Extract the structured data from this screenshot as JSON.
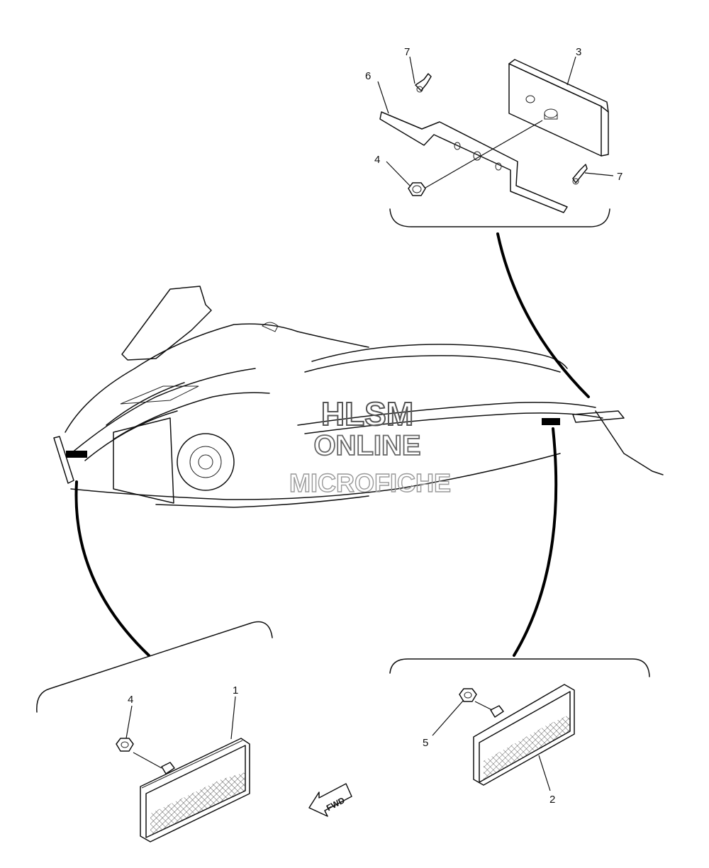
{
  "watermark": {
    "line1": "HLSM",
    "line2": "ONLINE",
    "line3": "MICROFICHE"
  },
  "direction_arrow": {
    "label": "FWD"
  },
  "callouts": {
    "reflector_front": "1",
    "reflector_rear": "2",
    "plate": "3",
    "nut_left": "4",
    "nut_top": "4",
    "nut_right": "5",
    "bracket": "6",
    "rivet_top": "7",
    "rivet_right": "7"
  }
}
